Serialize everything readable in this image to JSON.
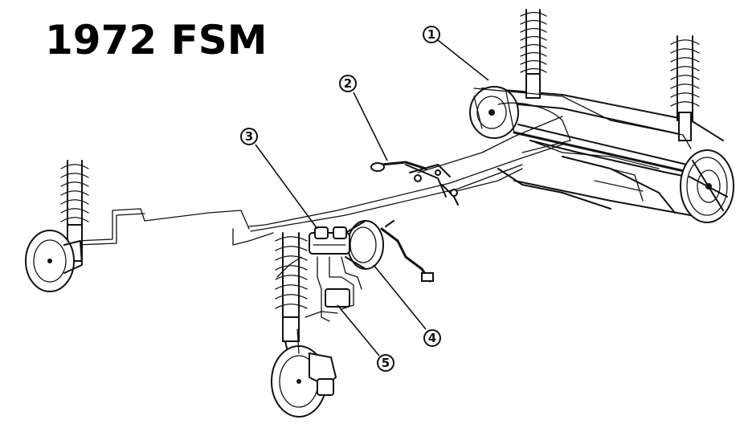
{
  "title": "1972 FSM",
  "callouts": [
    {
      "label": "1"
    },
    {
      "label": "2"
    },
    {
      "label": "3"
    },
    {
      "label": "4"
    },
    {
      "label": "5"
    }
  ]
}
